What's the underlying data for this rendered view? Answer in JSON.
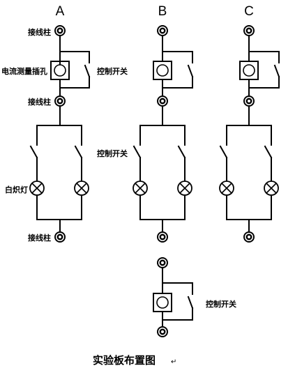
{
  "columns": [
    "A",
    "B",
    "C"
  ],
  "labels": {
    "terminal": "接线柱",
    "socket": "电流测量插孔",
    "switch": "控制开关",
    "lamp": "白炽灯"
  },
  "caption": "实验板布置图",
  "caption_mark": "↵"
}
